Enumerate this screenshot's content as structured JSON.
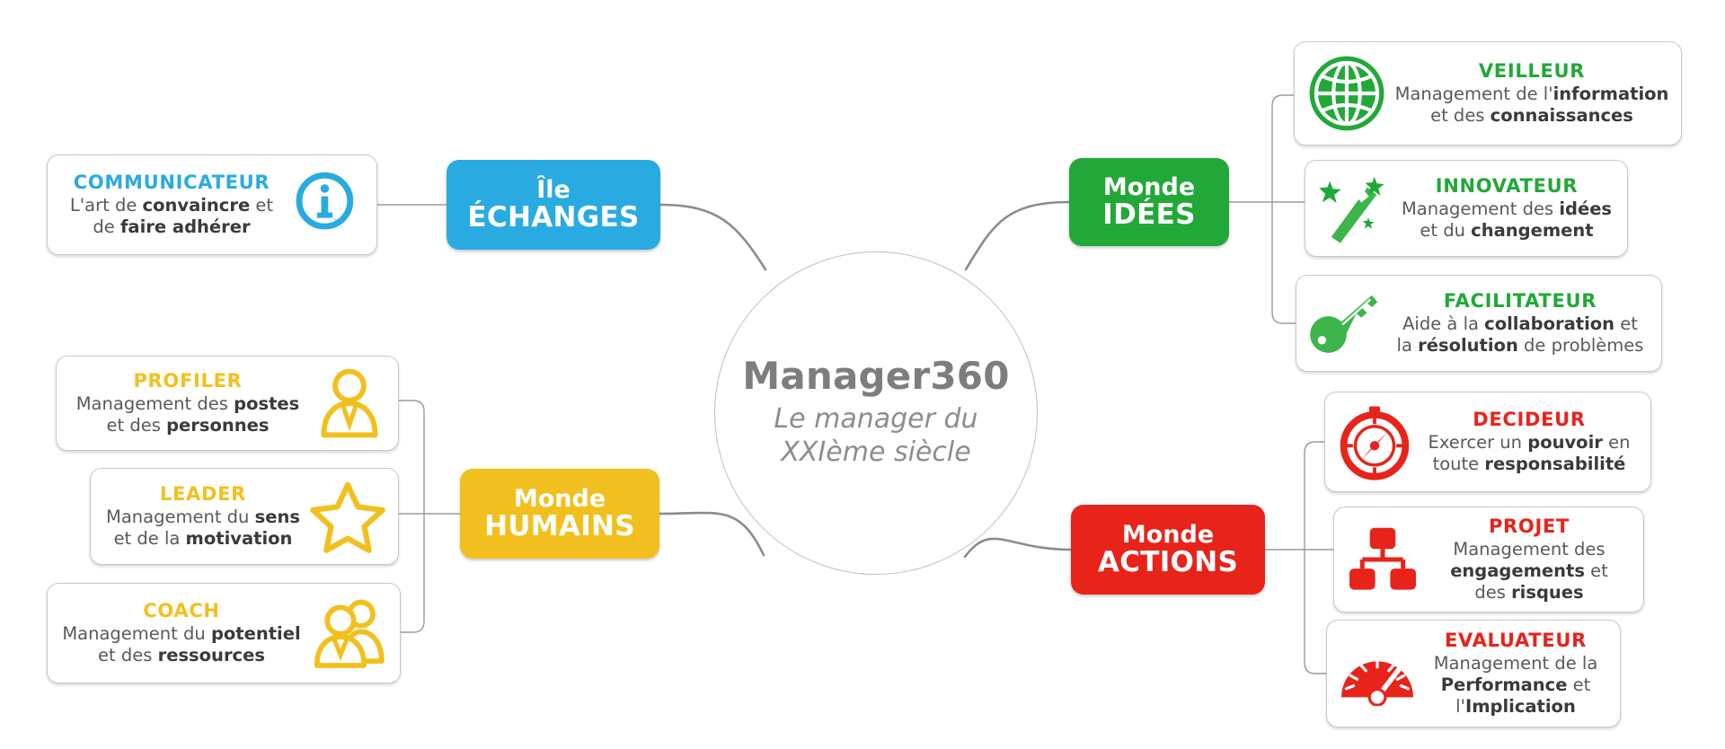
{
  "center": {
    "title": "Manager360",
    "subtitle_line1": "Le manager du",
    "subtitle_line2": "XXIème siècle"
  },
  "colors": {
    "echanges": "#29ABE2",
    "idees": "#22A838",
    "humains": "#F2C01E",
    "actions": "#E8231A",
    "center_text": "#7d7d7d",
    "body_text": "#595959",
    "connector": "#8c8c8c"
  },
  "hubs": {
    "echanges": {
      "line1": "Île",
      "line2": "ÉCHANGES",
      "icon": "hub-pill-echanges"
    },
    "idees": {
      "line1": "Monde",
      "line2": "IDÉES",
      "icon": "hub-pill-idees"
    },
    "humains": {
      "line1": "Monde",
      "line2": "HUMAINS",
      "icon": "hub-pill-humains"
    },
    "actions": {
      "line1": "Monde",
      "line2": "ACTIONS",
      "icon": "hub-pill-actions"
    }
  },
  "cards": {
    "communicateur": {
      "role": "COMMUNICATEUR",
      "icon": "info-circle-icon",
      "line1_pre": "L'art de ",
      "line1_bold": "convaincre",
      "line1_post": " et",
      "line2_pre": "de ",
      "line2_bold": "faire adhérer",
      "line2_post": ""
    },
    "profiler": {
      "role": "PROFILER",
      "icon": "person-profile-icon",
      "line1_pre": "Management des ",
      "line1_bold": "postes",
      "line1_post": "",
      "line2_pre": "et des ",
      "line2_bold": "personnes",
      "line2_post": ""
    },
    "leader": {
      "role": "LEADER",
      "icon": "star-icon",
      "line1_pre": "Management du ",
      "line1_bold": "sens",
      "line1_post": "",
      "line2_pre": "et de la ",
      "line2_bold": "motivation",
      "line2_post": ""
    },
    "coach": {
      "role": "COACH",
      "icon": "people-group-icon",
      "line1_pre": "Management du ",
      "line1_bold": "potentiel",
      "line1_post": "",
      "line2_pre": "et des ",
      "line2_bold": "ressources",
      "line2_post": ""
    },
    "veilleur": {
      "role": "VEILLEUR",
      "icon": "globe-icon",
      "line1_pre": "Management de l'",
      "line1_bold": "information",
      "line1_post": "",
      "line2_pre": "et des ",
      "line2_bold": "connaissances",
      "line2_post": ""
    },
    "innovateur": {
      "role": "INNOVATEUR",
      "icon": "magic-wand-icon",
      "line1_pre": "Management des ",
      "line1_bold": "idées",
      "line1_post": "",
      "line2_pre": "et du ",
      "line2_bold": "changement",
      "line2_post": ""
    },
    "facilitateur": {
      "role": "FACILITATEUR",
      "icon": "key-icon",
      "line1_pre": "Aide à la ",
      "line1_bold": "collaboration",
      "line1_post": " et",
      "line2_pre": "la ",
      "line2_bold": "résolution",
      "line2_post": " de problèmes"
    },
    "decideur": {
      "role": "DECIDEUR",
      "icon": "compass-icon",
      "line1_pre": "Exercer un ",
      "line1_bold": "pouvoir",
      "line1_post": " en",
      "line2_pre": "toute ",
      "line2_bold": "responsabilité",
      "line2_post": ""
    },
    "projet": {
      "role": "PROJET",
      "icon": "org-chart-icon",
      "line1_pre": "Management des ",
      "line1_bold": "",
      "line1_post": "",
      "line2_pre": "",
      "line2_bold": "engagements",
      "line2_post": " et",
      "line3_pre": "des ",
      "line3_bold": "risques",
      "line3_post": ""
    },
    "evaluateur": {
      "role": "EVALUATEUR",
      "icon": "gauge-icon",
      "line1_pre": "Management de la ",
      "line1_bold": "",
      "line1_post": "",
      "line2_pre": "",
      "line2_bold": "Performance",
      "line2_post": " et",
      "line3_pre": "l'",
      "line3_bold": "Implication",
      "line3_post": ""
    }
  }
}
